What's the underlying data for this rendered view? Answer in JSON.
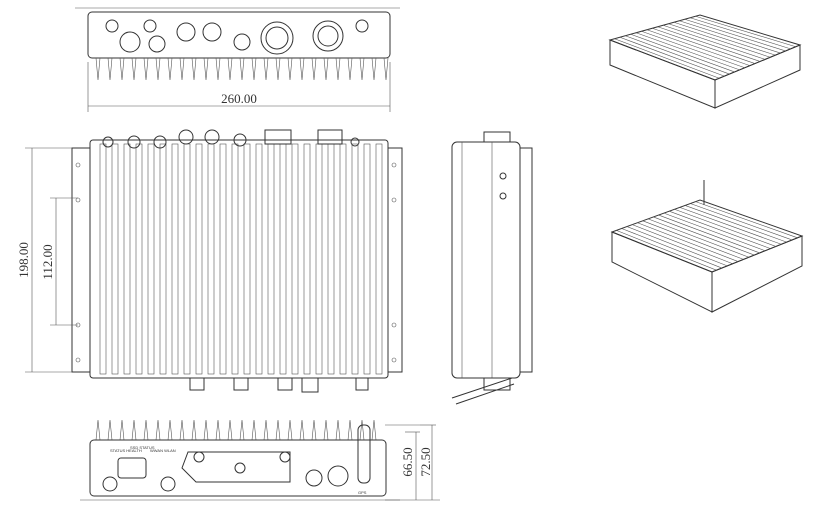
{
  "dimensions": {
    "width": "260.00",
    "depth": "198.00",
    "mount_spacing": "112.00",
    "height_body": "66.50",
    "height_total": "72.50"
  },
  "bottom_panel_labels": {
    "status_health": "STATUS HEALTH",
    "ssd_status": "SSD STATUS",
    "wwan_wlan": "WWAN WLAN",
    "gps": "GPS"
  }
}
